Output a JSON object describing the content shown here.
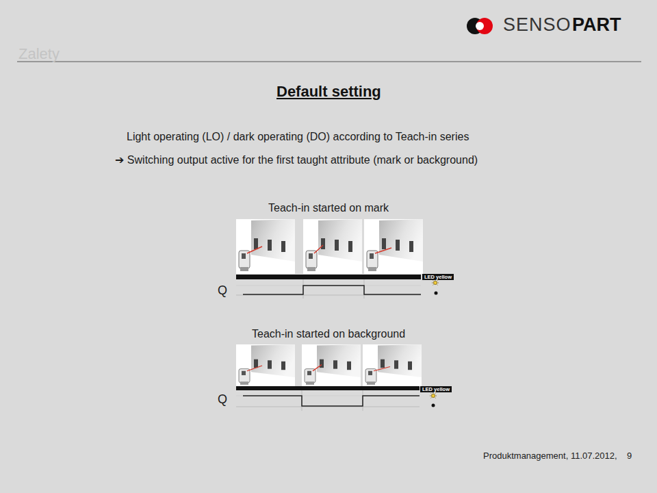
{
  "diagram": {
    "title": "Default setting",
    "nodes": [
      {
        "text": [
          "LED yellow"
        ]
      },
      {
        "text": [
          "LED yellow"
        ]
      }
    ],
    "labels": [
      "Zalety",
      "SENSO",
      "PART",
      "Light operating (LO) / dark operating (DO) according to Teach-in series",
      "➔ Switching output active for the first taught attribute (mark or background)",
      "Teach-in started on mark",
      "Q",
      "Teach-in started on background",
      "Q",
      "Produktmanagement, 11.07.2012,",
      "9"
    ]
  }
}
